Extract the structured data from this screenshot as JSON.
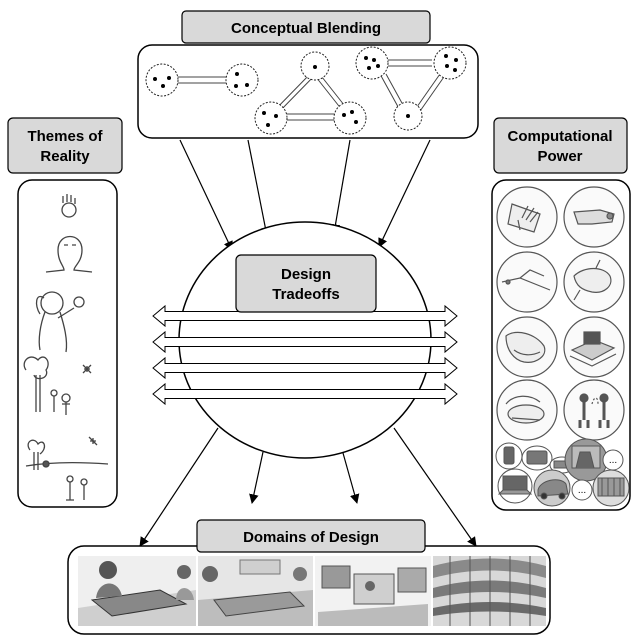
{
  "labels": {
    "conceptual_blending": "Conceptual Blending",
    "themes_line1": "Themes of",
    "themes_line2": "Reality",
    "computational_line1": "Computational",
    "computational_line2": "Power",
    "design_line1": "Design",
    "design_line2": "Tradeoffs",
    "domains": "Domains of Design",
    "ellipsis": "..."
  },
  "colors": {
    "label_fill": "#d9d9d9",
    "stroke": "#000000",
    "background": "#ffffff",
    "sketch": "#555555",
    "photo_dark": "#8a8a8a",
    "photo_light": "#e6e6e6"
  },
  "icons": {
    "themes_column": [
      "hand-with-apple-icon",
      "self-figure-icon",
      "person-eating-icon",
      "people-near-tree-icon",
      "people-in-landscape-icon"
    ],
    "computational_grid": [
      "hand-touch-icon",
      "finger-pointing-icon",
      "stylus-input-icon",
      "grasping-hand-icon",
      "palm-hand-icon",
      "tangible-device-icon",
      "gesture-hand-icon",
      "two-people-icon"
    ],
    "devices_row": [
      "phone-icon",
      "tablet-icon",
      "table-display-icon",
      "wall-display-icon",
      "laptop-icon",
      "car-icon",
      "building-icon"
    ],
    "domains_panels": [
      "tabletop-scene-icon",
      "meeting-room-scene-icon",
      "office-scene-icon",
      "building-atrium-scene-icon"
    ]
  },
  "arrow_rows": 4
}
